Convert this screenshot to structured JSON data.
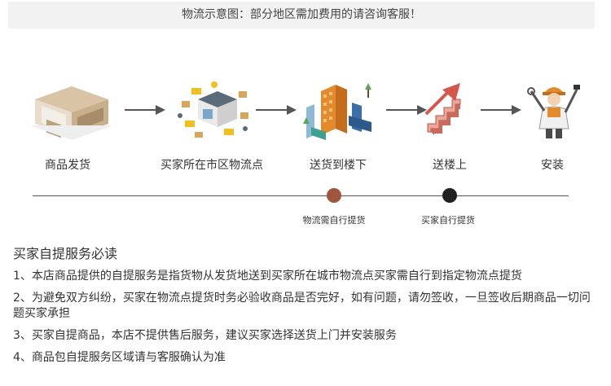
{
  "banner": {
    "text": "物流示意图：部分地区需加费用的请咨询客服！"
  },
  "steps": [
    {
      "label": "商品发货",
      "icon": "warehouse-icon"
    },
    {
      "label": "买家所在市区物流点",
      "icon": "logistics-hub-icon"
    },
    {
      "label": "送货到楼下",
      "icon": "building-icon"
    },
    {
      "label": "送楼上",
      "icon": "stairs-up-icon"
    },
    {
      "label": "安装",
      "icon": "installer-icon"
    }
  ],
  "milestones": [
    {
      "label": "物流需自行提货",
      "color": "#a0563c"
    },
    {
      "label": "买家自行提货",
      "color": "#222222"
    }
  ],
  "section": {
    "title": "买家自提服务必读",
    "rules": [
      "1、本店商品提供的自提服务是指货物从发货地送到买家所在城市物流点买家需自行到指定物流点提货",
      "2、为避免双方纠纷，买家在物流点提货时务必验收商品是否完好，如有问题，请勿签收，一旦签收后期商品一切问题买家承担",
      "3、买家自提商品，本店不提供售后服务，建议买家选择送货上门并安装服务",
      "4、商品包自提服务区域请与客服确认为准"
    ]
  },
  "colors": {
    "accent": "#a0563c",
    "arrow": "#555555",
    "banner_bg": "#f2f2f2"
  }
}
